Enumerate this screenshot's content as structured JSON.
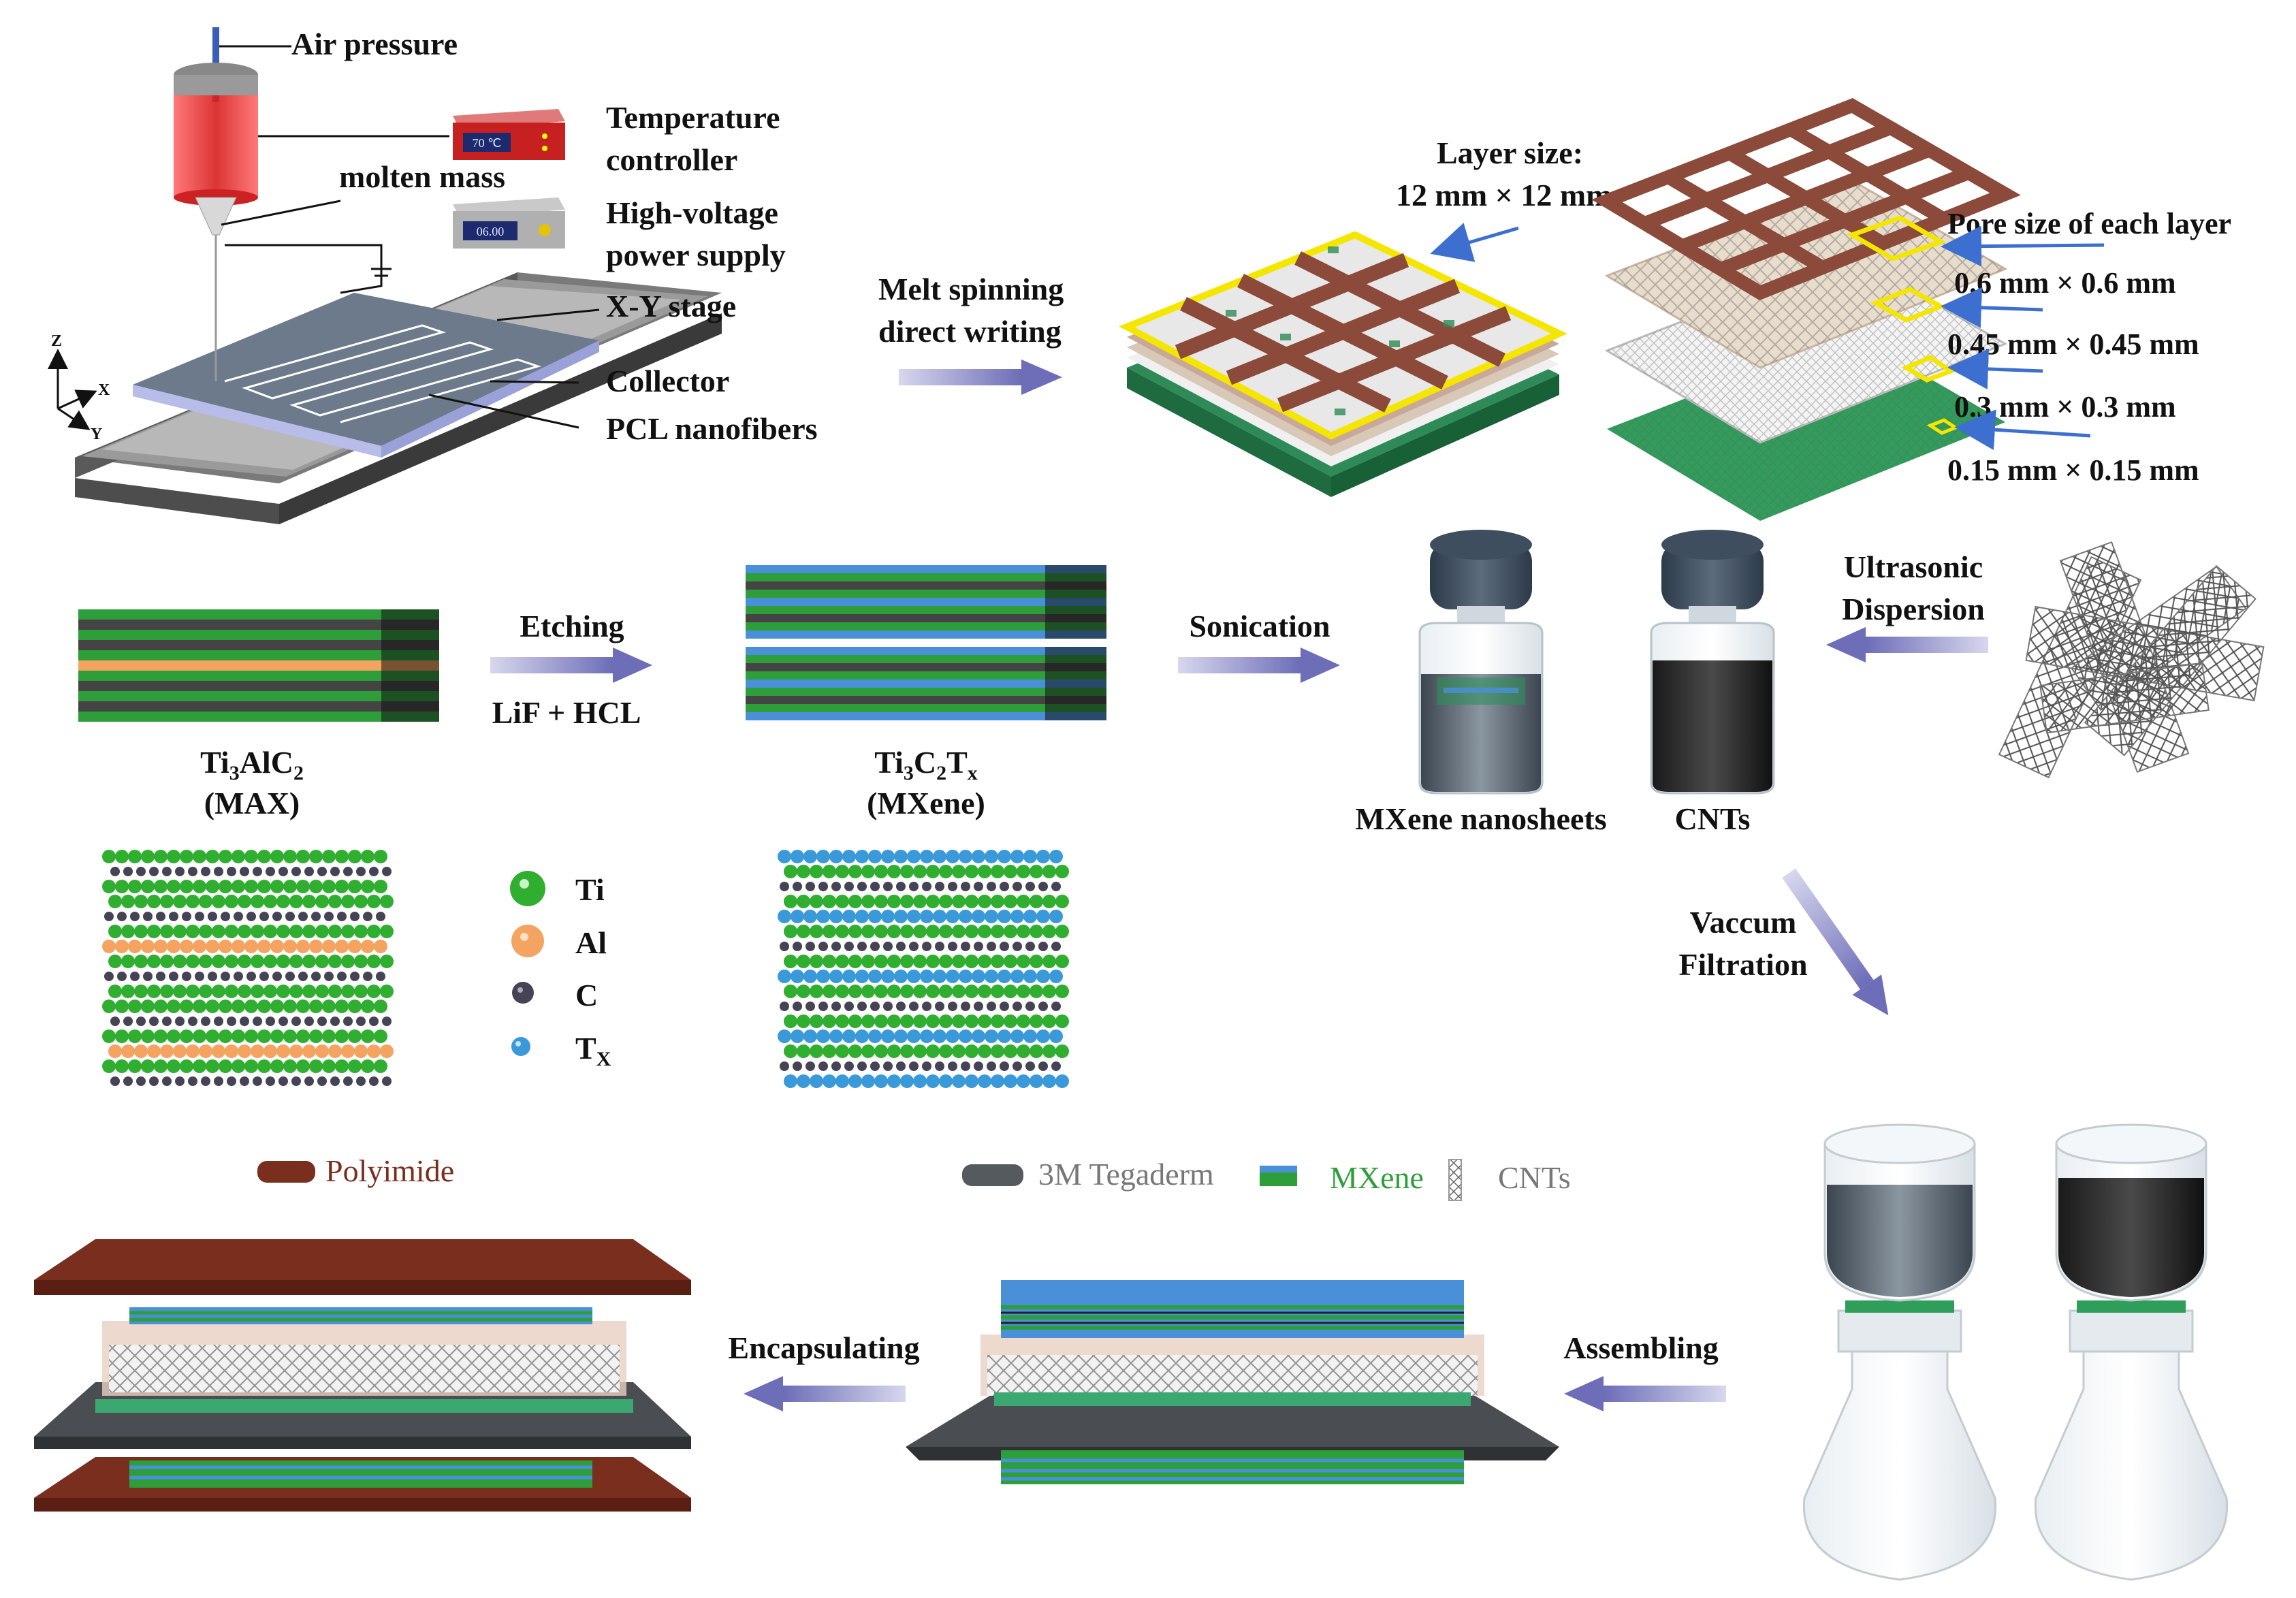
{
  "apparatus": {
    "air_pressure": "Air pressure",
    "temperature_controller": [
      "Temperature",
      "controller"
    ],
    "temp_display": "70 ℃",
    "molten_mass": "molten mass",
    "hv_supply": [
      "High-voltage",
      "power supply"
    ],
    "hv_display": "06.00",
    "xy_stage": "X-Y stage",
    "collector": "Collector",
    "pcl_nanofibers": "PCL nanofibers",
    "axes": {
      "z": "Z",
      "x": "X",
      "y": "Y"
    }
  },
  "step_melt": [
    "Melt spinning",
    "direct writing"
  ],
  "layer_size": [
    "Layer size:",
    "12 mm × 12 mm"
  ],
  "pore_size": {
    "title": "Pore size of each layer",
    "values": [
      "0.6 mm × 0.6 mm",
      "0.45 mm × 0.45 mm",
      "0.3 mm × 0.3 mm",
      "0.15 mm × 0.15 mm"
    ]
  },
  "max_phase": {
    "formula": [
      "Ti",
      "3",
      "AlC",
      "2"
    ],
    "name": "(MAX)"
  },
  "etching": {
    "label": "Etching",
    "reagents": "LiF + HCL"
  },
  "mxene_phase": {
    "formula": [
      "Ti",
      "3",
      "C",
      "2",
      "T",
      "x"
    ],
    "name": "(MXene)"
  },
  "sonication": "Sonication",
  "bottles": {
    "mxene": "MXene nanosheets",
    "cnts": "CNTs"
  },
  "ultrasonic": [
    "Ultrasonic",
    "Dispersion"
  ],
  "atom_legend": [
    {
      "label": "Ti",
      "color": "#2fae2f"
    },
    {
      "label": "Al",
      "color": "#f4a460"
    },
    {
      "label": "C",
      "color": "#444455"
    },
    {
      "label": "T",
      "sub": "X",
      "color": "#3a9ad9"
    }
  ],
  "vacuum": [
    "Vaccum",
    "Filtration"
  ],
  "polyimide_label": "Polyimide",
  "legend2": {
    "tegaderm": "3M Tegaderm",
    "mxene": "MXene",
    "cnts": "CNTs"
  },
  "assembling": "Assembling",
  "encapsulating": "Encapsulating",
  "colors": {
    "arrow": "#7b7bbf",
    "polyimide": "#7a2e1e",
    "frame_brown": "#8b4a3a",
    "frame_yellow": "#f5e600",
    "mxene_green": "#2e9e3a",
    "mxene_blue": "#4a90d9",
    "dark_grey": "#555a5e"
  }
}
